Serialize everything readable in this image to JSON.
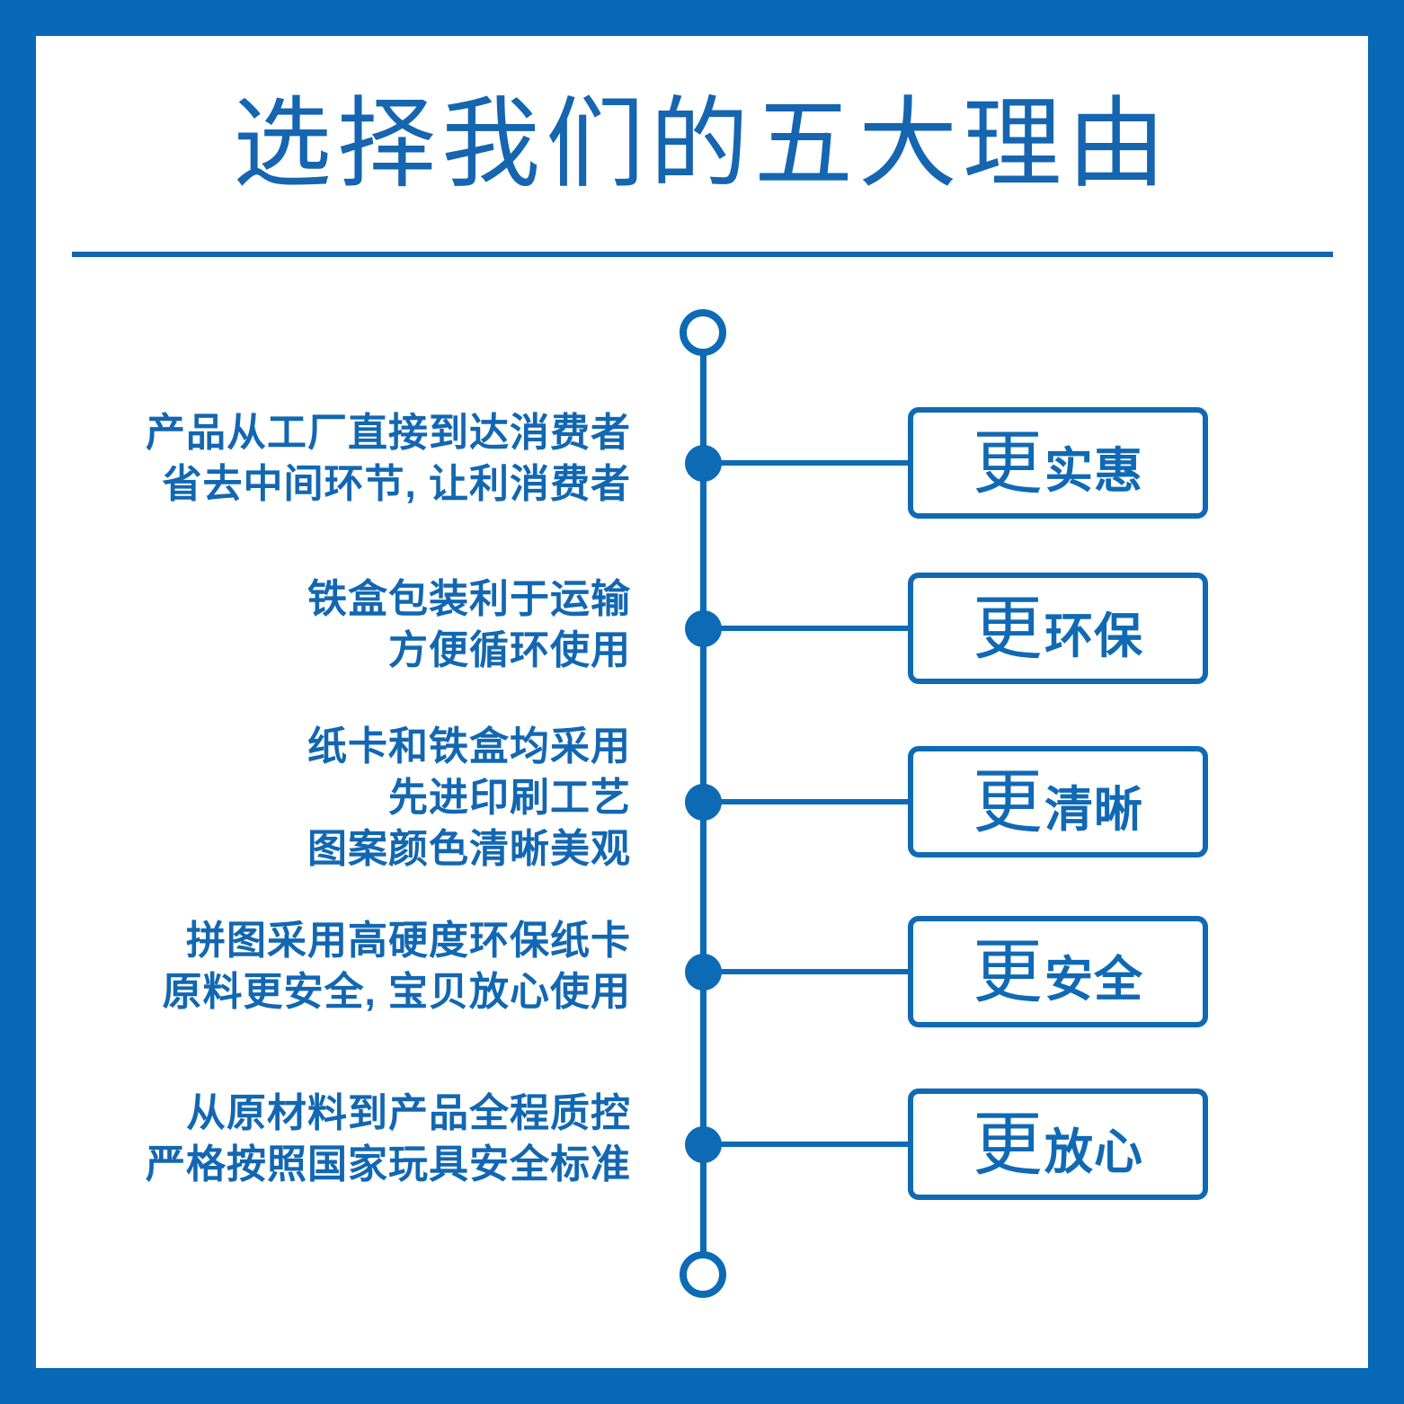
{
  "theme": {
    "border_color": "#0868b8",
    "accent_color": "#0d6ab5",
    "text_color": "#1267b2",
    "background": "#ffffff"
  },
  "header": {
    "title": "选择我们的五大理由"
  },
  "timeline": {
    "top_node": "hollow-circle",
    "bottom_node": "hollow-circle",
    "node_count": 5
  },
  "items": [
    {
      "index": 1,
      "description_lines": [
        "产品从工厂直接到达消费者",
        "省去中间环节, 让利消费者"
      ],
      "badge_prefix": "更",
      "badge_label": "实惠"
    },
    {
      "index": 2,
      "description_lines": [
        "铁盒包装利于运输",
        "方便循环使用"
      ],
      "badge_prefix": "更",
      "badge_label": "环保"
    },
    {
      "index": 3,
      "description_lines": [
        "纸卡和铁盒均采用",
        "先进印刷工艺",
        "图案颜色清晰美观"
      ],
      "badge_prefix": "更",
      "badge_label": "清晰"
    },
    {
      "index": 4,
      "description_lines": [
        "拼图采用高硬度环保纸卡",
        "原料更安全, 宝贝放心使用"
      ],
      "badge_prefix": "更",
      "badge_label": "安全"
    },
    {
      "index": 5,
      "description_lines": [
        "从原材料到产品全程质控",
        "严格按照国家玩具安全标准"
      ],
      "badge_prefix": "更",
      "badge_label": "放心"
    }
  ]
}
